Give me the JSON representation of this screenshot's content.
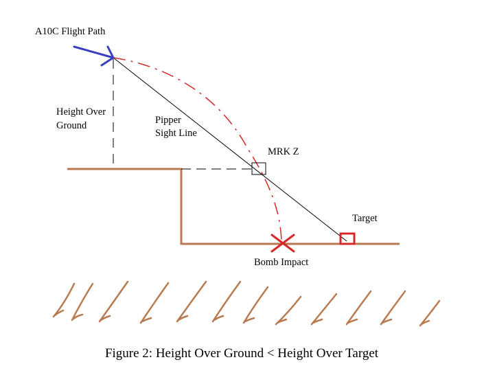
{
  "labels": {
    "flight_path": "A10C Flight Path",
    "height_over_ground_line1": "Height Over",
    "height_over_ground_line2": "Ground",
    "pipper_line1": "Pipper",
    "pipper_line2": "Sight Line",
    "mrk_z": "MRK Z",
    "target": "Target",
    "bomb_impact": "Bomb Impact"
  },
  "caption": "Figure 2: Height Over Ground < Height Over Target",
  "colors": {
    "flight_path": "#3a3fbf",
    "bomb_trajectory": "#d62828",
    "terrain": "#b87a50",
    "sight_line": "#000000",
    "guide_lines": "#000000",
    "target_marker": "#d62828",
    "impact_marker": "#d62828"
  },
  "icons": {
    "flight_path": "arrow-icon",
    "target": "square-marker-icon",
    "impact": "x-marker-icon",
    "mrk_z": "square-marker-icon"
  }
}
